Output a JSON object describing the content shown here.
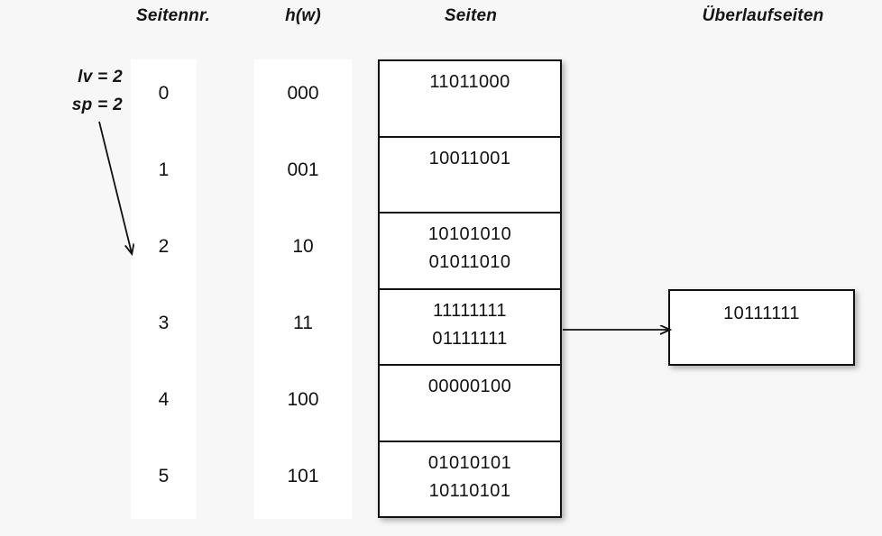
{
  "headers": {
    "seitennr": "Seitennr.",
    "hw": "h(w)",
    "seiten": "Seiten",
    "ueberlaufseiten": "Überlaufseiten"
  },
  "params": {
    "lv": "lv = 2",
    "sp": "sp = 2"
  },
  "rows": [
    {
      "seitennr": "0",
      "hw": "000",
      "records": [
        "11011000"
      ]
    },
    {
      "seitennr": "1",
      "hw": "001",
      "records": [
        "10011001"
      ]
    },
    {
      "seitennr": "2",
      "hw": "10",
      "records": [
        "10101010",
        "01011010"
      ]
    },
    {
      "seitennr": "3",
      "hw": "11",
      "records": [
        "11111111",
        "01111111"
      ]
    },
    {
      "seitennr": "4",
      "hw": "100",
      "records": [
        "00000100"
      ]
    },
    {
      "seitennr": "5",
      "hw": "101",
      "records": [
        "01010101",
        "10110101"
      ]
    }
  ],
  "overflow": {
    "records": [
      "10111111"
    ]
  },
  "arrows": {
    "split_pointer": "split-pointer-arrow",
    "overflow_link": "overflow-link-arrow"
  },
  "colors": {
    "background": "#f7f7f7",
    "panel": "#ffffff",
    "ink": "#111111"
  }
}
